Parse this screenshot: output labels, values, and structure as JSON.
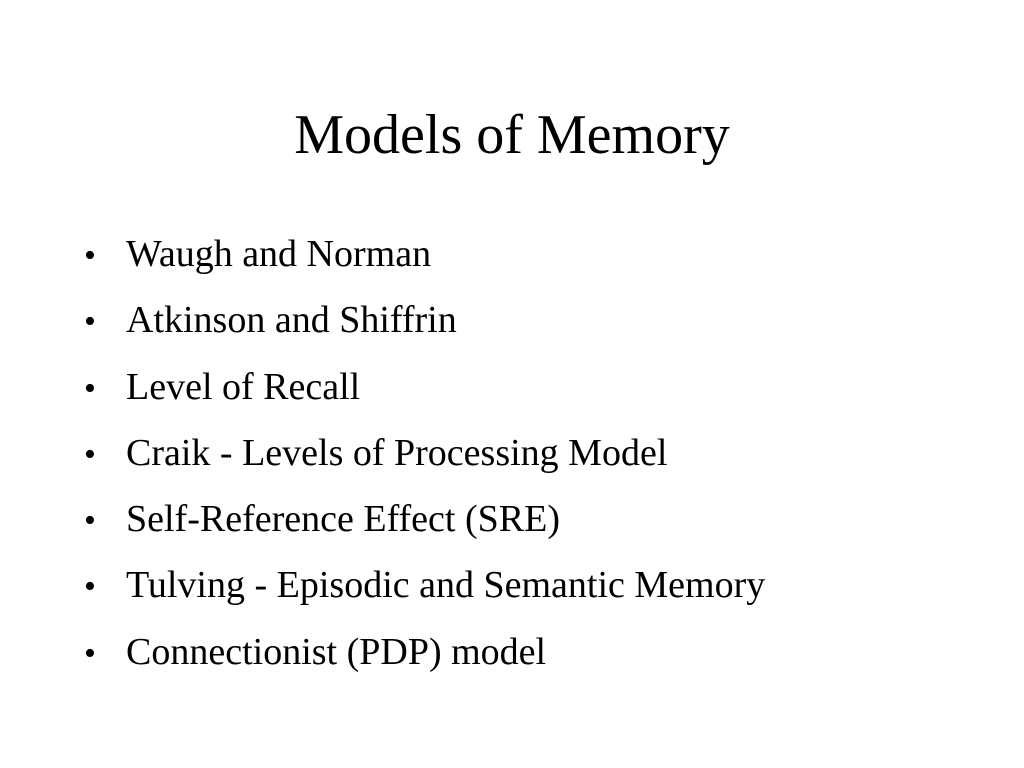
{
  "slide": {
    "title": "Models of Memory",
    "bullet_symbol": "•",
    "bullets": [
      "Waugh and Norman",
      "Atkinson and Shiffrin",
      "Level of Recall",
      "Craik - Levels of Processing Model",
      "Self-Reference Effect (SRE)",
      "Tulving - Episodic and Semantic Memory",
      "Connectionist (PDP) model"
    ]
  }
}
